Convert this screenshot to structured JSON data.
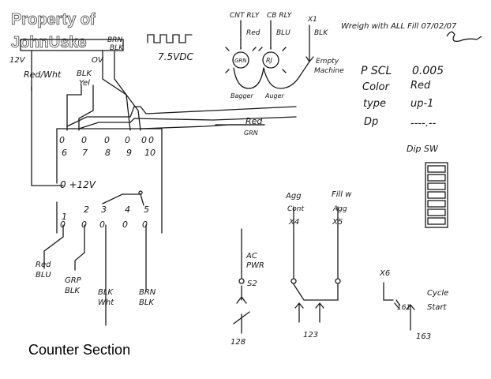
{
  "watermark": {
    "line1": "Property of",
    "line2": "JohnUske"
  },
  "top_left": {
    "v12": "12V",
    "gnd": "OV",
    "supply": "7.5VDC",
    "red_wht": "Red/Wht",
    "blk": "BLK",
    "yel": "Yel",
    "brn": "BRN",
    "blk2": "BLK"
  },
  "relays": {
    "cnt_rly": "CNT RLY",
    "cb_rly": "CB RLY",
    "x1": "X1",
    "red": "Red",
    "blu": "BLU",
    "blk": "BLK",
    "grn": "GRN",
    "rj": "RJ",
    "bagger": "Bagger",
    "auger": "Auger",
    "empty": "Empty",
    "machine": "Machine"
  },
  "header_note": "Wreigh with ALL Fill 07/02/07",
  "settings": {
    "pscl_label": "P SCL",
    "pscl_value": "0.005",
    "color_label": "Color",
    "color_value": "Red",
    "type_label": "type",
    "type_value": "up-1",
    "dp_label": "Dp",
    "dp_value": "----.--"
  },
  "dip_label": "Dip SW",
  "wires": {
    "red": "Red",
    "grn": "GRN"
  },
  "terminal_top": [
    "0",
    "0",
    "0",
    "0",
    "0",
    "0"
  ],
  "terminal_top_nums": [
    "6",
    "7",
    "8",
    "9",
    "10"
  ],
  "power_label": "0 +12V",
  "terminal_bottom_nums": [
    "1",
    "2",
    "3",
    "4",
    "5"
  ],
  "bottom_wires": [
    {
      "top": "Red",
      "bottom": "BLU"
    },
    {
      "top": "GRP",
      "bottom": "BLK"
    },
    {
      "top": "BLK",
      "bottom": "Wht"
    },
    {
      "top": "BRN",
      "bottom": "BLK"
    }
  ],
  "lower_right": {
    "ac": "AC",
    "pwr": "PWR",
    "s2": "S2",
    "agg": "Agg",
    "cont": "Cont",
    "x4": "X4",
    "fill_w": "Fill w",
    "agg2": "Agg",
    "x5": "X5",
    "x6": "X6",
    "cycle": "Cycle",
    "start": "Start",
    "n128": "128",
    "n123": "123",
    "n161": "161",
    "n163": "163"
  },
  "caption": "Counter Section"
}
